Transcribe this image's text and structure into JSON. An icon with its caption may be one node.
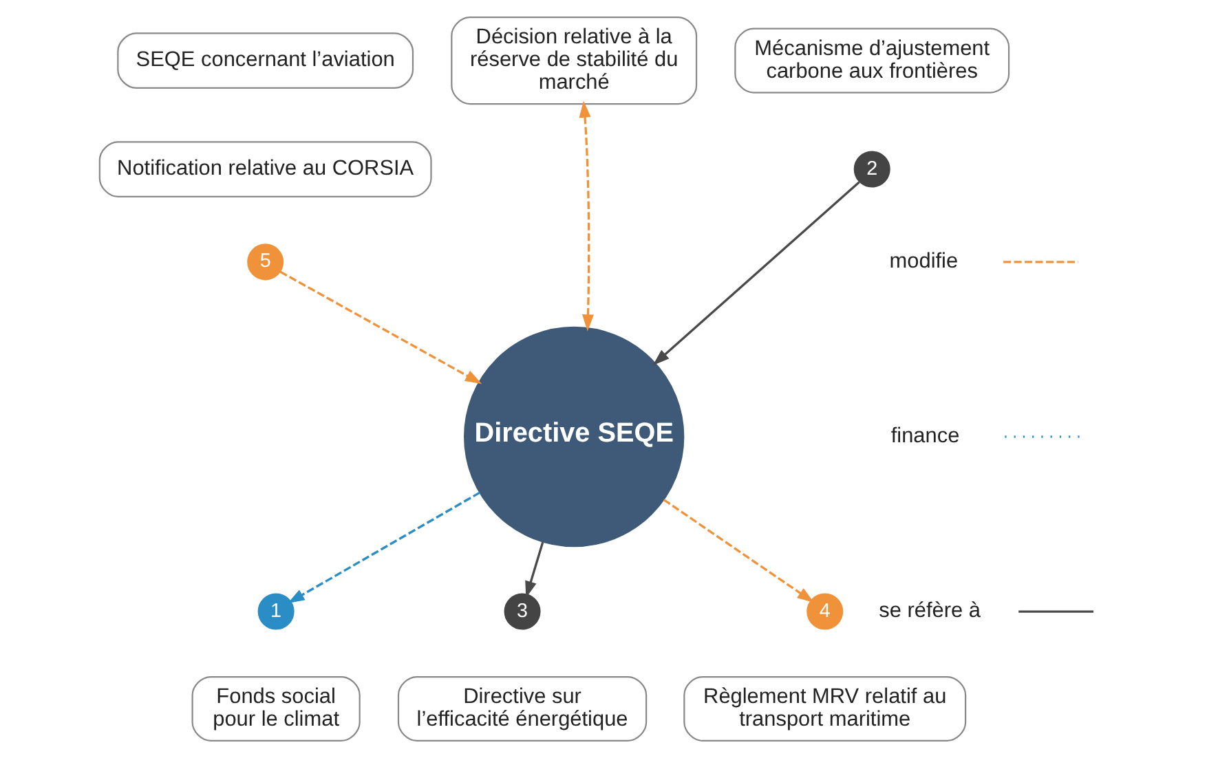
{
  "diagram": {
    "nodes": [
      {
        "text": [
          "SEQE concernant l’aviation"
        ]
      },
      {
        "text": [
          "Notification relative au CORSIA"
        ]
      },
      {
        "text": [
          "5"
        ]
      },
      {
        "text": [
          "Décision relative à la réserve de stabilité du marché"
        ]
      },
      {
        "text": [
          "Mécanisme d’ajustement carbone aux frontières"
        ]
      },
      {
        "text": [
          "2"
        ]
      },
      {
        "text": [
          "Directive SEQE"
        ]
      },
      {
        "text": [
          "1"
        ]
      },
      {
        "text": [
          "3"
        ]
      },
      {
        "text": [
          "4"
        ]
      },
      {
        "text": [
          "Fonds social pour le climat"
        ]
      },
      {
        "text": [
          "Directive sur l’efficacité énergétique"
        ]
      },
      {
        "text": [
          "Règlement MRV relatif au transport maritime"
        ]
      }
    ],
    "edges": [
      {
        "from": 2,
        "to": 6,
        "arrow": "to",
        "style": "dashed",
        "color": "#f0923a"
      },
      {
        "from": 6,
        "to": 3,
        "arrow": "both",
        "style": "dashed",
        "color": "#f0923a"
      },
      {
        "from": 5,
        "to": 6,
        "arrow": "to",
        "color": "#4a4a4a"
      },
      {
        "from": 6,
        "to": 7,
        "arrow": "to",
        "style": "dashed",
        "color": "#2a8dc5"
      },
      {
        "from": 6,
        "to": 8,
        "arrow": "to",
        "color": "#4a4a4a"
      },
      {
        "from": 6,
        "to": 9,
        "arrow": "to",
        "style": "dashed",
        "color": "#f0923a"
      }
    ],
    "legend": [
      {
        "text": "modifie"
      },
      {
        "text": "finance"
      },
      {
        "text": "se réfère à"
      }
    ]
  }
}
